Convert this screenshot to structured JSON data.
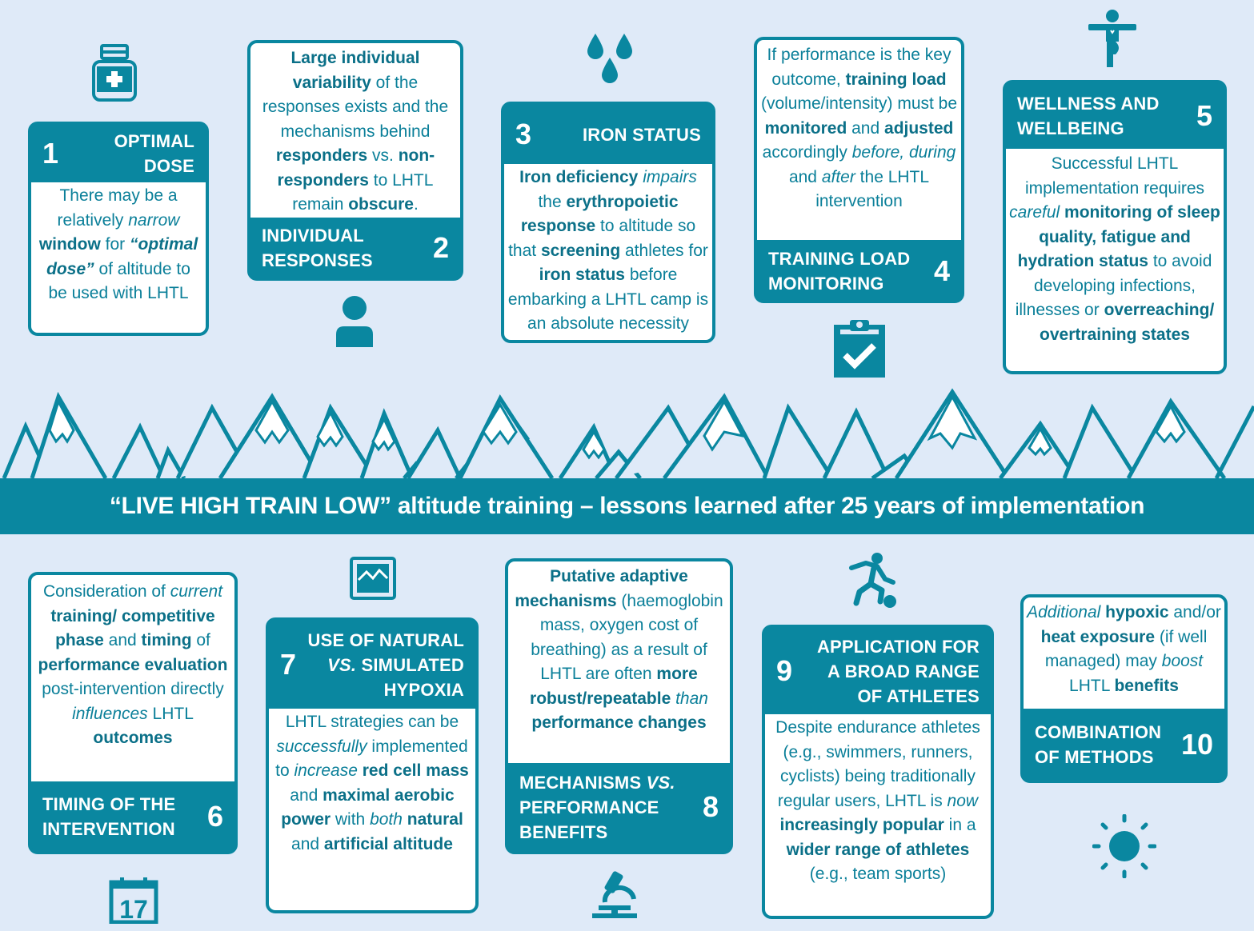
{
  "banner": {
    "title": "“LIVE HIGH TRAIN LOW” altitude training – lessons learned after 25 years of implementation"
  },
  "colors": {
    "teal": "#0a87a0",
    "background": "#dfeaf8",
    "white": "#ffffff"
  },
  "cards": [
    {
      "number": "1",
      "title": "OPTIMAL DOSE",
      "icon": "medicine-bottle-icon",
      "body_segments": [
        {
          "t": "There may be a relatively "
        },
        {
          "t": "narrow",
          "i": true
        },
        {
          "t": " "
        },
        {
          "t": "window",
          "b": true
        },
        {
          "t": " for "
        },
        {
          "t": "“optimal dose”",
          "b": true,
          "i": true
        },
        {
          "t": " of altitude to be used with LHTL"
        }
      ]
    },
    {
      "number": "2",
      "title": "INDIVIDUAL RESPONSES",
      "icon": "person-icon",
      "body_segments": [
        {
          "t": "Large individual variability",
          "b": true
        },
        {
          "t": " of the responses exists and the mechanisms behind "
        },
        {
          "t": "responders",
          "b": true
        },
        {
          "t": " vs. "
        },
        {
          "t": "non-responders",
          "b": true
        },
        {
          "t": " to LHTL remain "
        },
        {
          "t": "obscure",
          "b": true
        },
        {
          "t": "."
        }
      ]
    },
    {
      "number": "3",
      "title": "IRON STATUS",
      "icon": "blood-drops-icon",
      "body_segments": [
        {
          "t": "Iron deficiency",
          "b": true
        },
        {
          "t": " "
        },
        {
          "t": "impairs",
          "i": true
        },
        {
          "t": " the "
        },
        {
          "t": "erythropoietic response",
          "b": true
        },
        {
          "t": " to altitude so that "
        },
        {
          "t": "screening",
          "b": true
        },
        {
          "t": " athletes for "
        },
        {
          "t": "iron status",
          "b": true
        },
        {
          "t": " before embarking a LHTL camp is an absolute necessity"
        }
      ]
    },
    {
      "number": "4",
      "title": "TRAINING LOAD MONITORING",
      "icon": "clipboard-check-icon",
      "body_segments": [
        {
          "t": "If performance is the key outcome, "
        },
        {
          "t": "training load",
          "b": true
        },
        {
          "t": " (volume/intensity) must be "
        },
        {
          "t": "monitored",
          "b": true
        },
        {
          "t": " and "
        },
        {
          "t": "adjusted",
          "b": true
        },
        {
          "t": " accordingly "
        },
        {
          "t": "before,",
          "i": true
        },
        {
          "t": " "
        },
        {
          "t": "during",
          "i": true
        },
        {
          "t": " and "
        },
        {
          "t": "after",
          "i": true
        },
        {
          "t": " the LHTL intervention"
        }
      ]
    },
    {
      "number": "5",
      "title": "WELLNESS AND WELLBEING",
      "icon": "yoga-pose-icon",
      "body_segments": [
        {
          "t": "Successful LHTL implementation requires "
        },
        {
          "t": "careful",
          "i": true
        },
        {
          "t": " "
        },
        {
          "t": "monitoring of sleep quality, fatigue and hydration status",
          "b": true
        },
        {
          "t": " to avoid developing infections, illnesses or "
        },
        {
          "t": "overreaching/ overtraining states",
          "b": true
        }
      ]
    },
    {
      "number": "6",
      "title": "TIMING OF THE INTERVENTION",
      "icon": "calendar-icon",
      "icon_text": "17",
      "body_segments": [
        {
          "t": "Consideration of "
        },
        {
          "t": "current",
          "i": true
        },
        {
          "t": " "
        },
        {
          "t": "training/ competitive phase",
          "b": true
        },
        {
          "t": " and "
        },
        {
          "t": "timing",
          "b": true
        },
        {
          "t": " of "
        },
        {
          "t": "performance evaluation",
          "b": true
        },
        {
          "t": " post-intervention directly "
        },
        {
          "t": "influences",
          "i": true
        },
        {
          "t": " LHTL "
        },
        {
          "t": "outcomes",
          "b": true
        }
      ]
    },
    {
      "number": "7",
      "title": "USE OF NATURAL VS. SIMULATED HYPOXIA",
      "icon": "landscape-picture-icon",
      "body_segments": [
        {
          "t": "LHTL strategies can be "
        },
        {
          "t": "successfully",
          "i": true
        },
        {
          "t": " implemented to "
        },
        {
          "t": "increase",
          "i": true
        },
        {
          "t": " "
        },
        {
          "t": "red cell mass",
          "b": true
        },
        {
          "t": " and "
        },
        {
          "t": "maximal aerobic power",
          "b": true
        },
        {
          "t": " with "
        },
        {
          "t": "both",
          "i": true
        },
        {
          "t": " "
        },
        {
          "t": "natural",
          "b": true
        },
        {
          "t": " and "
        },
        {
          "t": "artificial altitude",
          "b": true
        }
      ]
    },
    {
      "number": "8",
      "title": "MECHANISMS VS. PERFORMANCE BENEFITS",
      "icon": "microscope-icon",
      "body_segments": [
        {
          "t": "Putative adaptive mechanisms",
          "b": true
        },
        {
          "t": " (haemoglobin mass, oxygen cost of breathing) as a result of LHTL are often "
        },
        {
          "t": "more robust/repeatable",
          "b": true
        },
        {
          "t": " "
        },
        {
          "t": "than",
          "i": true
        },
        {
          "t": " "
        },
        {
          "t": "performance changes",
          "b": true
        }
      ]
    },
    {
      "number": "9",
      "title": "APPLICATION FOR A BROAD RANGE OF ATHLETES",
      "icon": "soccer-player-icon",
      "body_segments": [
        {
          "t": "Despite endurance athletes (e.g., swimmers, runners, cyclists) being traditionally regular users, LHTL is "
        },
        {
          "t": "now",
          "i": true
        },
        {
          "t": " "
        },
        {
          "t": "increasingly popular",
          "b": true
        },
        {
          "t": " in a "
        },
        {
          "t": "wider range of athletes",
          "b": true
        },
        {
          "t": " (e.g., team sports)"
        }
      ]
    },
    {
      "number": "10",
      "title": "COMBINATION OF METHODS",
      "icon": "sun-icon",
      "body_segments": [
        {
          "t": "Additional",
          "i": true
        },
        {
          "t": " "
        },
        {
          "t": "hypoxic",
          "b": true
        },
        {
          "t": " and/or "
        },
        {
          "t": "heat exposure",
          "b": true
        },
        {
          "t": " (if well managed) may "
        },
        {
          "t": "boost",
          "i": true
        },
        {
          "t": " LHTL "
        },
        {
          "t": "benefits",
          "b": true
        }
      ]
    }
  ],
  "title_lines": {
    "c1": [
      "OPTIMAL",
      "DOSE"
    ],
    "c2": [
      "INDIVIDUAL",
      "RESPONSES"
    ],
    "c3": [
      "IRON STATUS"
    ],
    "c4": [
      "TRAINING LOAD",
      "MONITORING"
    ],
    "c5": [
      "WELLNESS AND",
      "WELLBEING"
    ],
    "c6": [
      "TIMING OF THE",
      "INTERVENTION"
    ],
    "c7": [
      "USE OF NATURAL",
      "VS.|| SIMULATED",
      "HYPOXIA"
    ],
    "c8": [
      "MECHANISMS ||VS.",
      "PERFORMANCE",
      "BENEFITS"
    ],
    "c9": [
      "APPLICATION FOR",
      "A BROAD RANGE",
      "OF ATHLETES"
    ],
    "c10": [
      "COMBINATION",
      "OF METHODS"
    ]
  }
}
